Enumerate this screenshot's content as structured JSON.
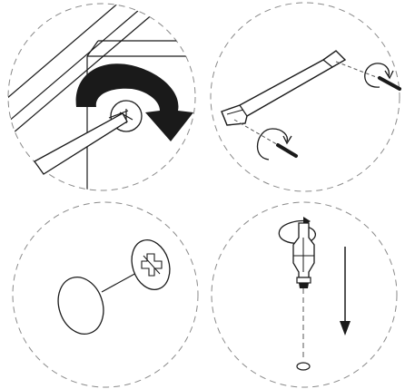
{
  "figure": {
    "panels": [
      {
        "id": "screwdriver-turn",
        "icons": [
          "screwdriver-icon",
          "screw-head-icon",
          "clockwise-arrow-icon"
        ]
      },
      {
        "id": "handle-mounting",
        "icons": [
          "door-handle-icon",
          "screw-icon",
          "rotation-arrow-icon"
        ]
      },
      {
        "id": "cover-cap",
        "icons": [
          "cover-cap-icon",
          "screw-head-icon"
        ]
      },
      {
        "id": "wall-anchor",
        "icons": [
          "wall-anchor-icon",
          "rotation-arrow-icon",
          "down-arrow-icon",
          "hole-icon"
        ]
      }
    ],
    "colors": {
      "ink": "#1a1a1a",
      "dashed": "#8a8a8a",
      "background": "#ffffff"
    }
  }
}
